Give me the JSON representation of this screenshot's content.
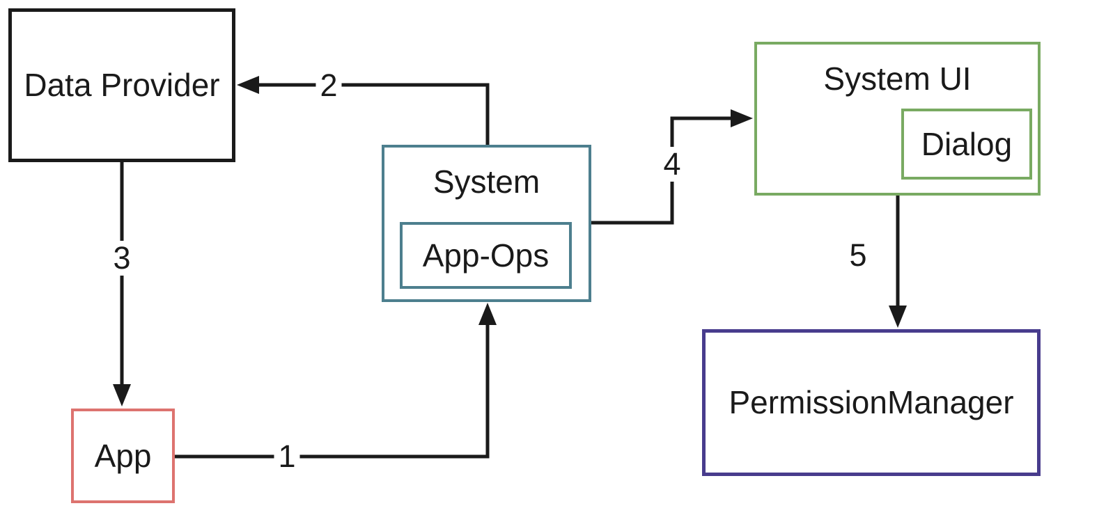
{
  "diagram": {
    "background_color": "#ffffff",
    "line_color": "#1a1a1a",
    "text_color": "#1a1a1a",
    "nodes": {
      "data_provider": {
        "label": "Data Provider",
        "border_color": "#1a1a1a"
      },
      "system": {
        "label": "System",
        "border_color": "#4d7f8e"
      },
      "app_ops": {
        "label": "App-Ops",
        "border_color": "#4d7f8e",
        "parent": "System"
      },
      "system_ui": {
        "label": "System UI",
        "border_color": "#79aa62"
      },
      "dialog": {
        "label": "Dialog",
        "border_color": "#79aa62",
        "parent": "System UI"
      },
      "permission_manager": {
        "label": "PermissionManager",
        "border_color": "#483c8d"
      },
      "app": {
        "label": "App",
        "border_color": "#dd736f"
      }
    },
    "edges": [
      {
        "label": "1",
        "from": "App",
        "to": "System"
      },
      {
        "label": "2",
        "from": "System",
        "to": "Data Provider"
      },
      {
        "label": "3",
        "from": "Data Provider",
        "to": "App"
      },
      {
        "label": "4",
        "from": "System",
        "to": "System UI"
      },
      {
        "label": "5",
        "from": "System UI",
        "to": "PermissionManager"
      }
    ]
  }
}
